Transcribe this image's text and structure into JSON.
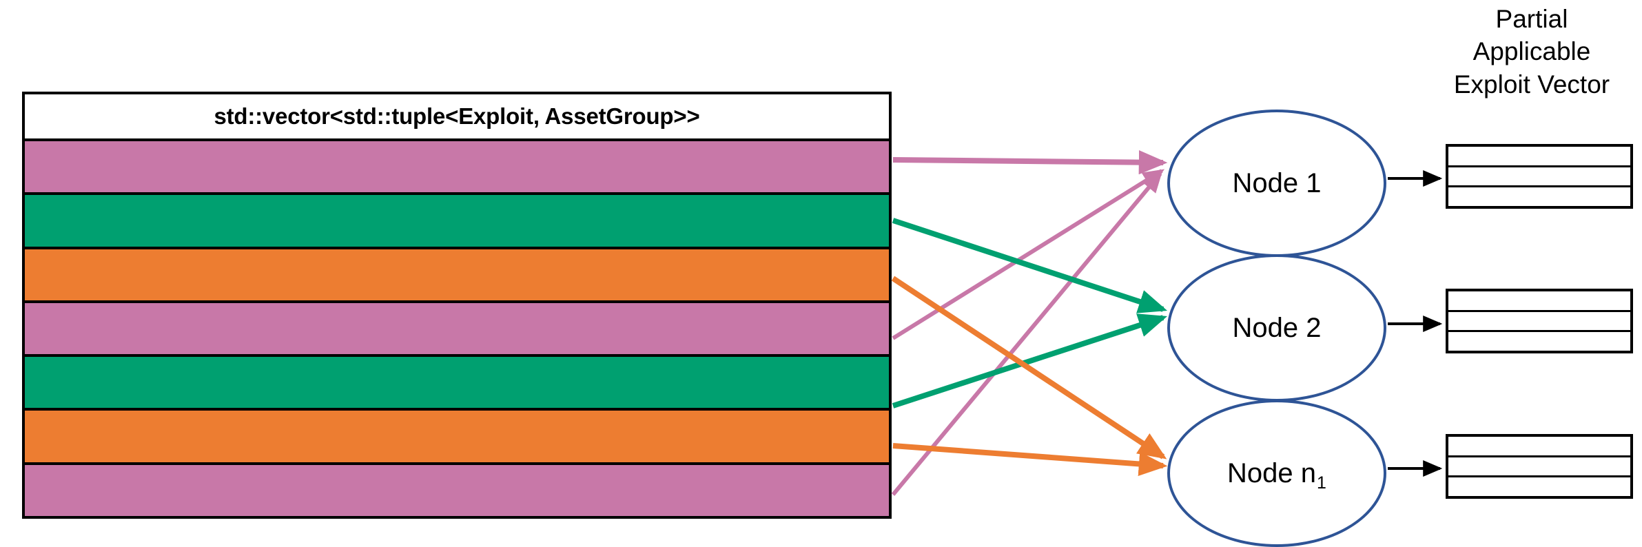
{
  "diagram": {
    "title": "Exploit vector partitioning across compute nodes",
    "background": "#ffffff"
  },
  "vector_table": {
    "header_label": "std::vector<std::tuple<Exploit, AssetGroup>>",
    "row_count": 7,
    "rows": [
      {
        "index": 1,
        "color": "#C878A8",
        "group": "pink",
        "target_node": "Node 1"
      },
      {
        "index": 2,
        "color": "#00A070",
        "group": "green",
        "target_node": "Node 2"
      },
      {
        "index": 3,
        "color": "#ED7D31",
        "group": "orange",
        "target_node": "Node n1"
      },
      {
        "index": 4,
        "color": "#C878A8",
        "group": "pink",
        "target_node": "Node 1"
      },
      {
        "index": 5,
        "color": "#00A070",
        "group": "green",
        "target_node": "Node 2"
      },
      {
        "index": 6,
        "color": "#ED7D31",
        "group": "orange",
        "target_node": "Node n1"
      },
      {
        "index": 7,
        "color": "#C878A8",
        "group": "pink",
        "target_node": "Node 1"
      }
    ],
    "border_color": "#000000",
    "header_background": "#ffffff"
  },
  "nodes": {
    "stroke_color": "#2E5496",
    "items": [
      {
        "id": "node-1",
        "label": "Node 1",
        "base": "Node 1",
        "subscript": ""
      },
      {
        "id": "node-2",
        "label": "Node 2",
        "base": "Node 2",
        "subscript": ""
      },
      {
        "id": "node-n1",
        "label": "Node n1",
        "base": "Node n",
        "subscript": "1"
      }
    ]
  },
  "output": {
    "label_lines": [
      "Partial",
      "Applicable",
      "Exploit Vector"
    ],
    "label_full": "Partial Applicable Exploit Vector",
    "box_count": 3,
    "cells_per_box": 3,
    "boxes": [
      {
        "for_node": "Node 1",
        "cells": [
          "",
          "",
          ""
        ]
      },
      {
        "for_node": "Node 2",
        "cells": [
          "",
          "",
          ""
        ]
      },
      {
        "for_node": "Node n1",
        "cells": [
          "",
          "",
          ""
        ]
      }
    ],
    "arrow_color": "#000000"
  },
  "edges": {
    "colors": {
      "pink": "#C878A8",
      "green": "#00A070",
      "orange": "#ED7D31"
    },
    "items": [
      {
        "from_row": 1,
        "to_node": "Node 1",
        "color": "#C878A8"
      },
      {
        "from_row": 4,
        "to_node": "Node 1",
        "color": "#C878A8"
      },
      {
        "from_row": 7,
        "to_node": "Node 1",
        "color": "#C878A8"
      },
      {
        "from_row": 2,
        "to_node": "Node 2",
        "color": "#00A070"
      },
      {
        "from_row": 5,
        "to_node": "Node 2",
        "color": "#00A070"
      },
      {
        "from_row": 3,
        "to_node": "Node n1",
        "color": "#ED7D31"
      },
      {
        "from_row": 6,
        "to_node": "Node n1",
        "color": "#ED7D31"
      }
    ]
  }
}
